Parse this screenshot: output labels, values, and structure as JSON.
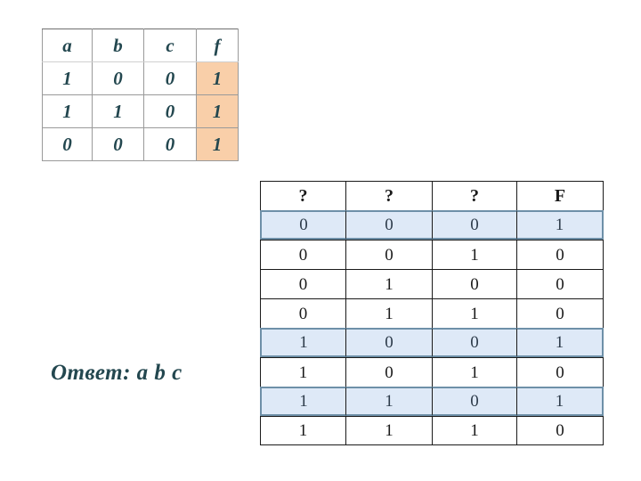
{
  "given_table": {
    "name": "partial-truth-table",
    "headers": [
      "a",
      "b",
      "c",
      "f"
    ],
    "rows": [
      [
        "1",
        "0",
        "0",
        "1"
      ],
      [
        "1",
        "1",
        "0",
        "1"
      ],
      [
        "0",
        "0",
        "0",
        "1"
      ]
    ],
    "highlight_column_index": 3,
    "highlight_color": "#f9cfa9",
    "text_color": "#23474f"
  },
  "answer": {
    "text": "Ответ: a b c",
    "color": "#23474f"
  },
  "truth_table": {
    "name": "full-truth-table",
    "headers": [
      "?",
      "?",
      "?",
      "F"
    ],
    "rows": [
      {
        "cells": [
          "0",
          "0",
          "0",
          "1"
        ],
        "highlighted": true
      },
      {
        "cells": [
          "0",
          "0",
          "1",
          "0"
        ],
        "highlighted": false
      },
      {
        "cells": [
          "0",
          "1",
          "0",
          "0"
        ],
        "highlighted": false
      },
      {
        "cells": [
          "0",
          "1",
          "1",
          "0"
        ],
        "highlighted": false
      },
      {
        "cells": [
          "1",
          "0",
          "0",
          "1"
        ],
        "highlighted": true
      },
      {
        "cells": [
          "1",
          "0",
          "1",
          "0"
        ],
        "highlighted": false
      },
      {
        "cells": [
          "1",
          "1",
          "0",
          "1"
        ],
        "highlighted": true
      },
      {
        "cells": [
          "1",
          "1",
          "1",
          "0"
        ],
        "highlighted": false
      }
    ],
    "highlight_color": "#dee9f7",
    "highlight_border_color": "#6e90a8"
  }
}
